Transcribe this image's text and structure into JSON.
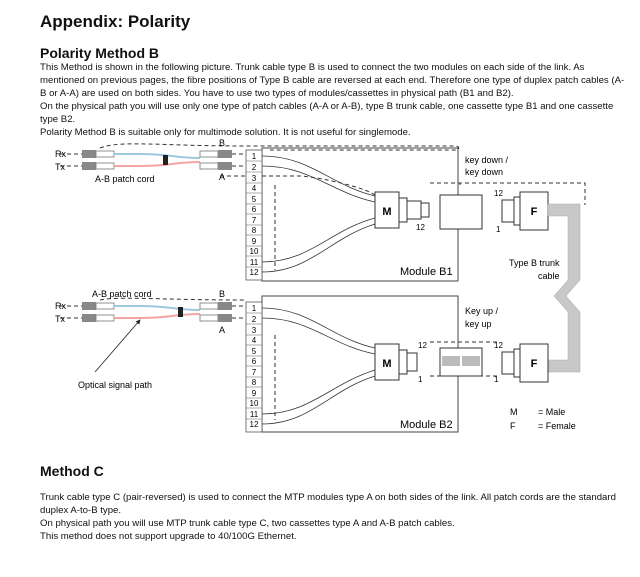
{
  "appendix_title": "Appendix: Polarity",
  "method_b": {
    "title": "Polarity Method B",
    "paragraphs": [
      "This Method is shown in the following picture. Trunk cable type B is used to connect the two modules on each side of the link. As mentioned on previous pages, the fibre positions of Type B cable are reversed at each end. Therefore one type of duplex patch cables (A-B or A-A) are used on both sides. You have to use two types of modules/cassettes in physical path (B1 and B2).",
      "On the physical path you will use only one type of patch cables (A-A or A-B), type B trunk cable, one cassette type B1 and one cassette type B2.",
      "Polarity Method B is suitable only for multimode solution. It is not useful for singlemode."
    ]
  },
  "diagram": {
    "rx": "Rx",
    "tx": "Tx",
    "port_b": "B",
    "port_a": "A",
    "patch_cord_top": "A-B patch cord",
    "patch_cord_bottom": "A-B patch cord",
    "optical_signal": "Optical signal path",
    "port_numbers": [
      "1",
      "2",
      "3",
      "4",
      "5",
      "6",
      "7",
      "8",
      "9",
      "10",
      "11",
      "12"
    ],
    "male": "M",
    "female": "F",
    "fiber_1": "1",
    "fiber_12": "12",
    "key_down": [
      "key down /",
      "key down"
    ],
    "key_up": [
      "Key up /",
      "key up"
    ],
    "module_b1": "Module B1",
    "module_b2": "Module B2",
    "trunk": [
      "Type B trunk",
      "cable"
    ],
    "legend": {
      "m_key": "M",
      "m_value": "= Male",
      "f_key": "F",
      "f_value": "= Female"
    }
  },
  "method_c": {
    "title": "Method C",
    "paragraphs": [
      "Trunk cable type C (pair-reversed) is used to connect the MTP modules type A on both sides of the link. All patch cords are the standard duplex A-to-B type.",
      "On physical path you will use MTP trunk cable type C, two cassettes type A and A-B patch cables.",
      "This method does not support upgrade to 40/100G Ethernet."
    ]
  }
}
